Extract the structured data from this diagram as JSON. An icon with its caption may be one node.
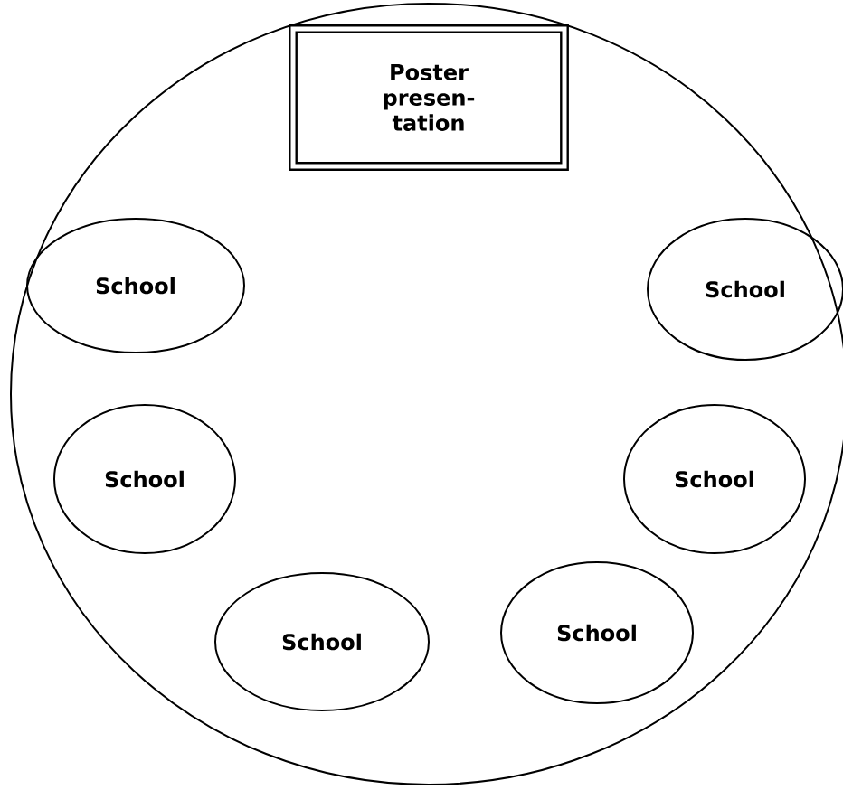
{
  "diagram": {
    "nodes": [
      {
        "text": [],
        "shape": "circle"
      },
      {
        "text": [
          "Poster presen- tation"
        ],
        "in": 0
      },
      {
        "text": [
          "School"
        ],
        "in": 0
      },
      {
        "text": [
          "School"
        ],
        "in": 0
      },
      {
        "text": [
          "School"
        ],
        "in": 0
      },
      {
        "text": [
          "School"
        ],
        "in": 0
      },
      {
        "text": [
          "School"
        ],
        "in": 0
      },
      {
        "text": [
          "School"
        ],
        "in": 0
      }
    ]
  }
}
